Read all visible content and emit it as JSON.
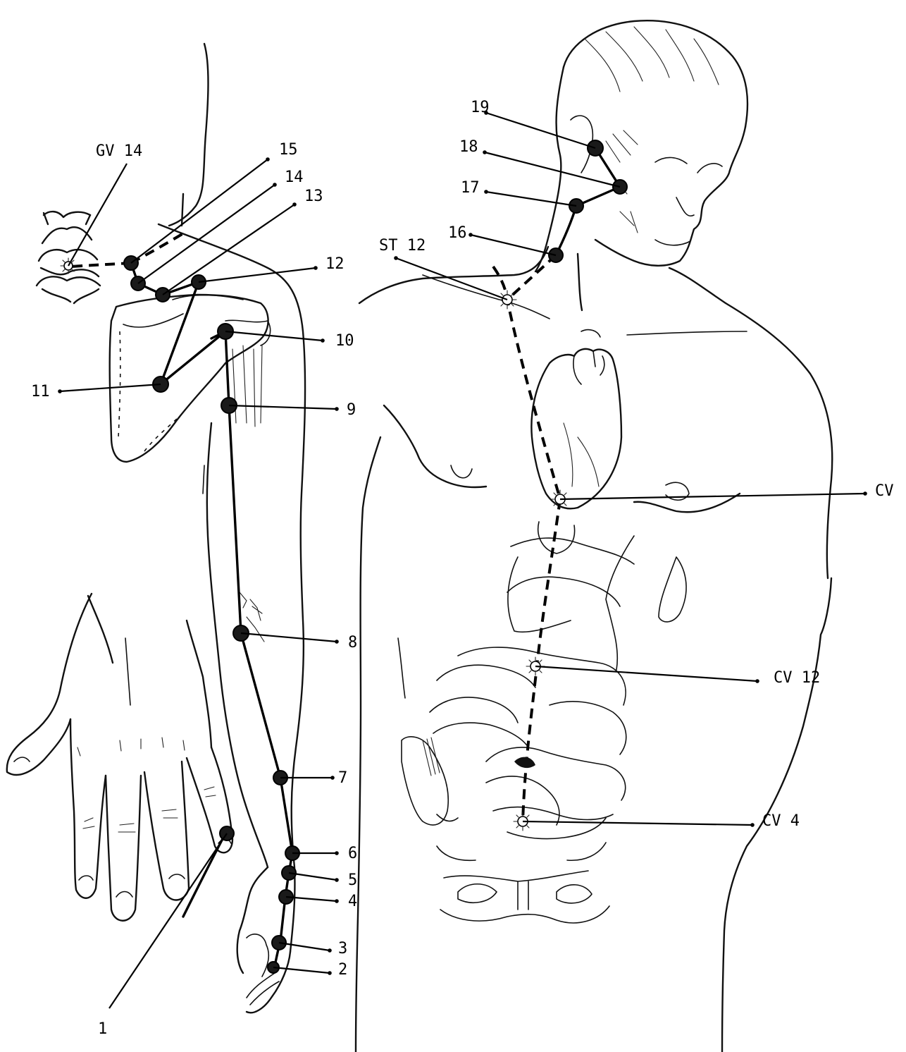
{
  "labels": {
    "p1": "1",
    "p2": "2",
    "p3": "3",
    "p4": "4",
    "p5": "5",
    "p6": "6",
    "p7": "7",
    "p8": "8",
    "p9": "9",
    "p10": "10",
    "p11": "11",
    "p12": "12",
    "p13": "13",
    "p14": "14",
    "p15": "15",
    "p16": "16",
    "p17": "17",
    "p18": "18",
    "p19": "19",
    "gv14": "GV 14",
    "st12": "ST 12",
    "cv17": "CV",
    "cv12": "CV 12",
    "cv4": "CV 4"
  }
}
